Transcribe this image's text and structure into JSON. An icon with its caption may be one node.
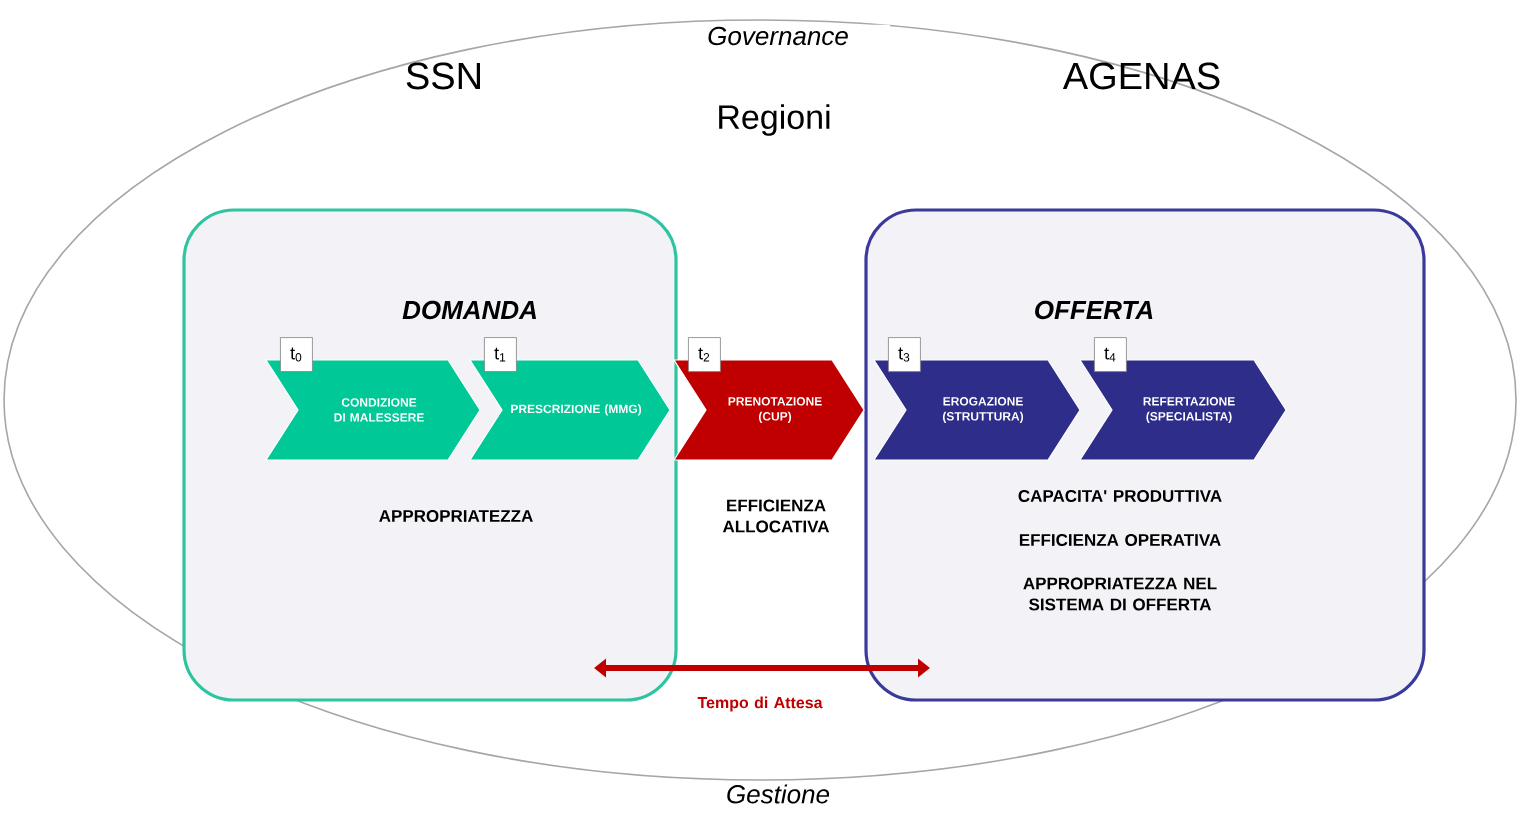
{
  "diagram": {
    "nodes": [
      {
        "text": [
          "DOMANDA",
          "APPROPRIATEZZA"
        ]
      },
      {
        "text": [
          "OFFERTA",
          "CAPACITA' PRODUTTIVA",
          "EFFICIENZA OPERATIVA",
          "APPROPRIATEZZA NEL SISTEMA DI OFFERTA"
        ]
      },
      {
        "text": [
          "CONDIZIONE DI MALESSERE"
        ],
        "in": 0,
        "beside": [
          "t$_{0}$"
        ]
      },
      {
        "text": [
          "PRESCRIZIONE (MMG)"
        ],
        "in": 0,
        "beside": [
          "t$_{1}$"
        ]
      },
      {
        "text": [
          "PRENOTAZIONE (CUP)"
        ],
        "beside": [
          "t$_{2}$"
        ]
      },
      {
        "text": [
          "EROGAZIONE (STRUTTURA)"
        ],
        "in": 1,
        "beside": [
          "t$_{3}$"
        ]
      },
      {
        "text": [
          "REFERTAZIONE (SPECIALISTA)"
        ],
        "in": 1,
        "beside": [
          "t$_{4}$"
        ]
      }
    ],
    "labels": [
      "Governance",
      "SSN",
      "AGENAS",
      "Regioni",
      "EFFICIENZA ALLOCATIVA",
      "Tempo di Attesa",
      "Gestione"
    ]
  }
}
